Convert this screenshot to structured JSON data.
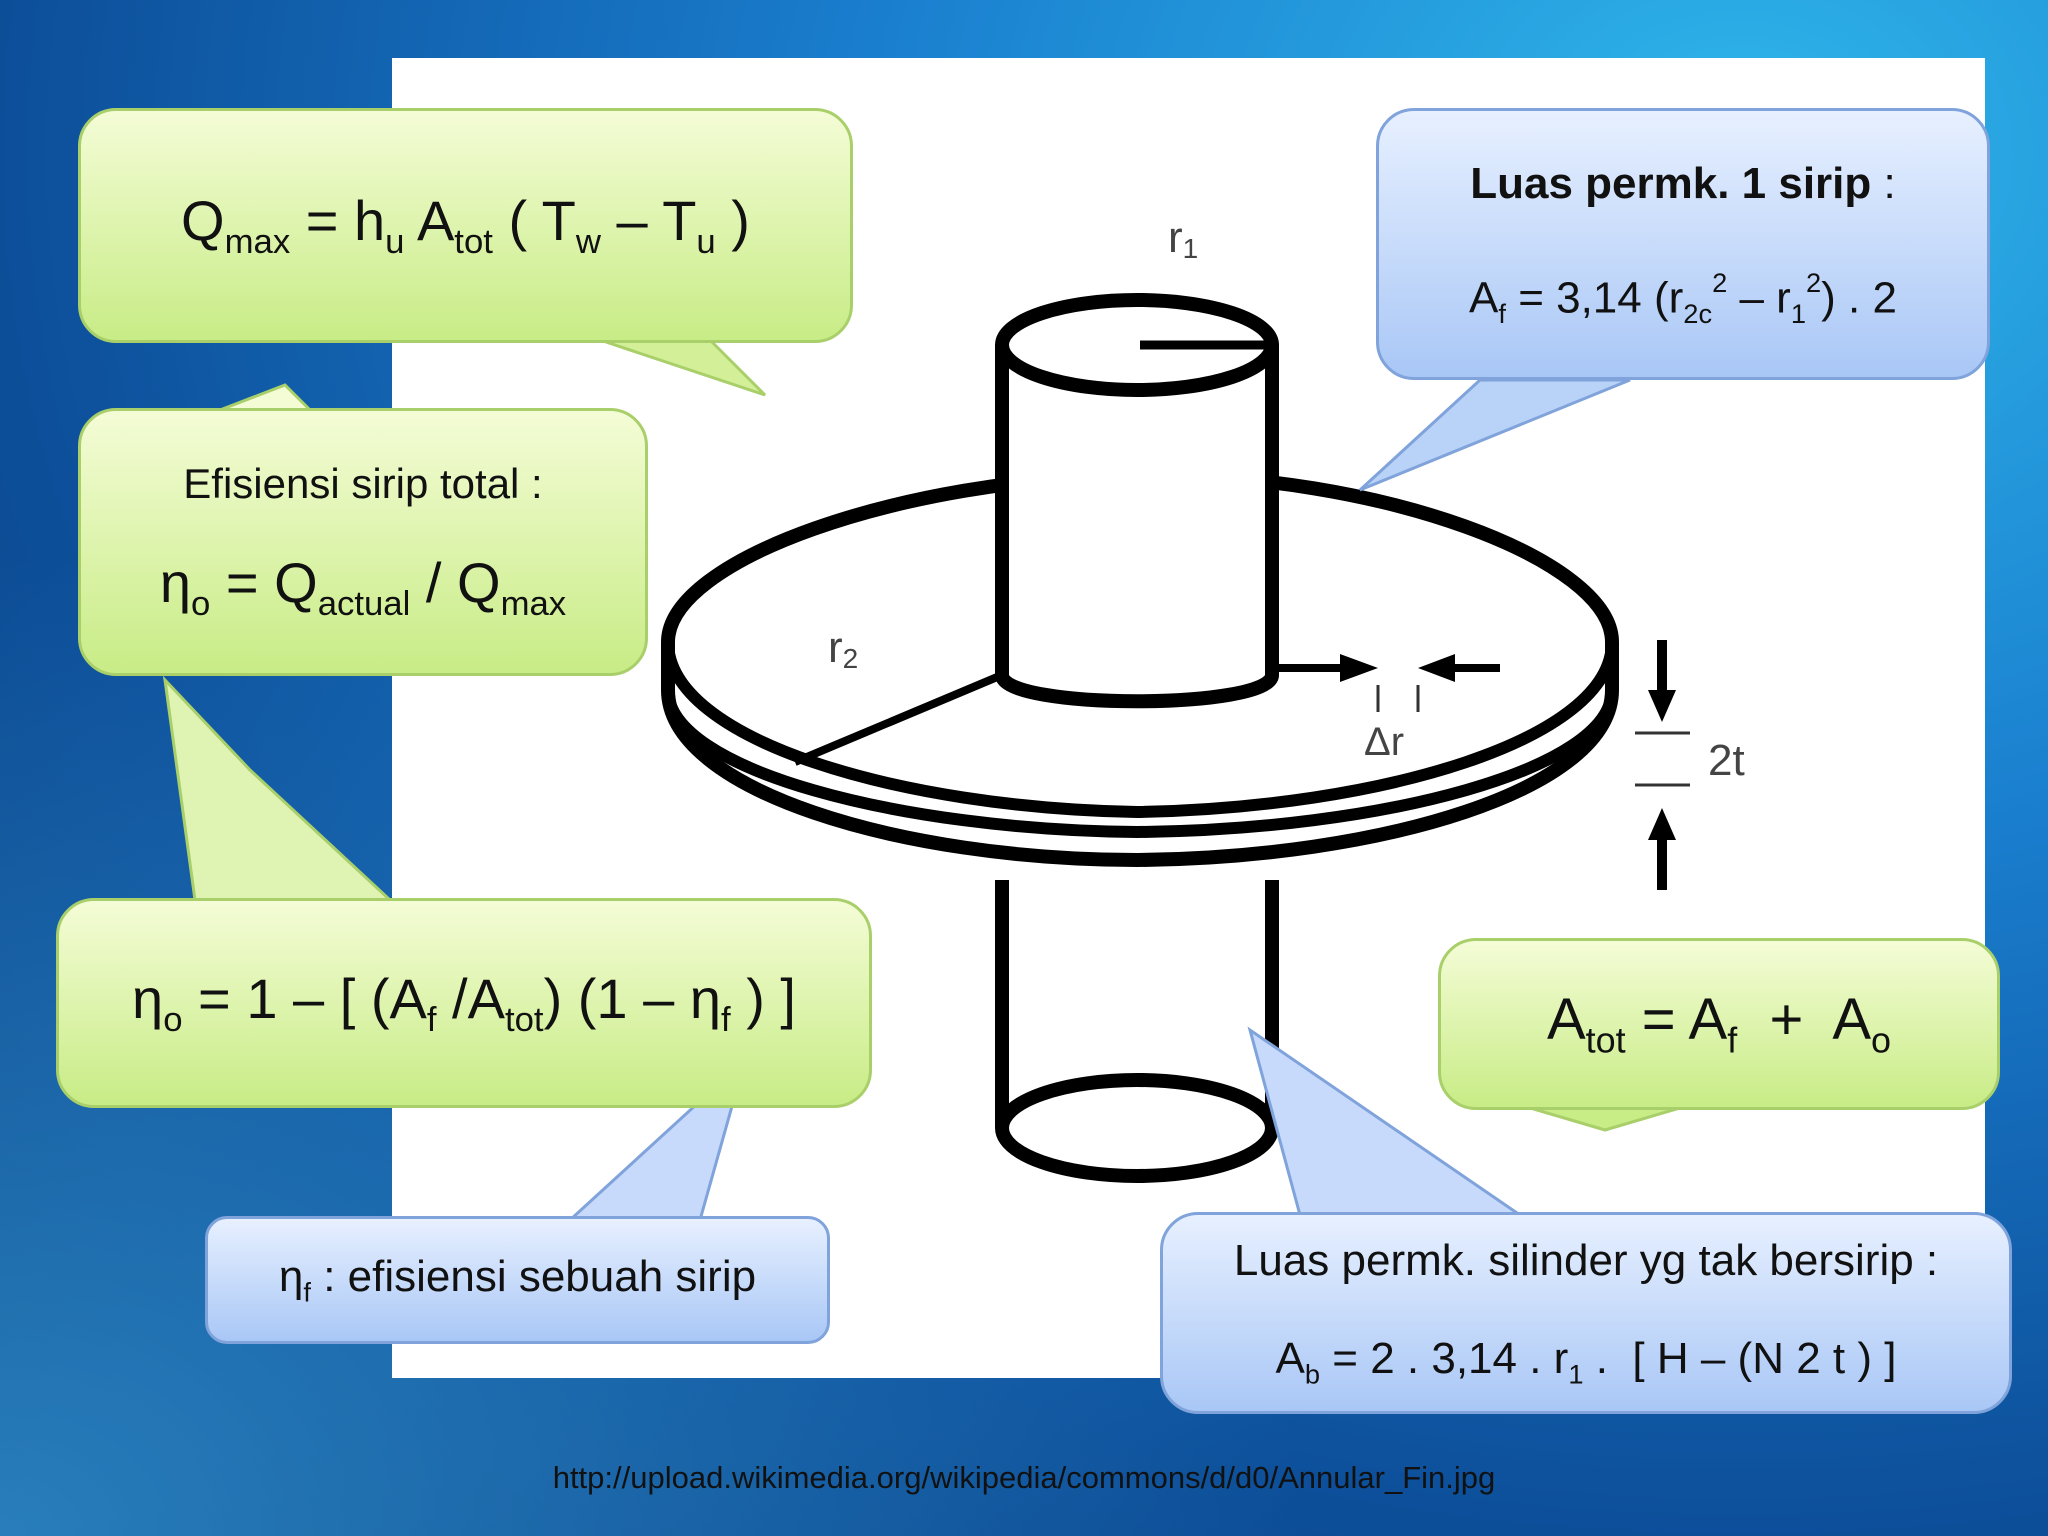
{
  "diagram_labels": {
    "r1": "r",
    "r1_sub": "1",
    "r2": "r",
    "r2_sub": "2",
    "delta_r": "Δr",
    "two_t": "2t"
  },
  "callouts": {
    "qmax": {
      "q": "Q",
      "q_sub": "max",
      "eq": " = h",
      "h_sub": "u",
      "a": " A",
      "a_sub": "tot",
      "paren_open": " ( T",
      "t_sub": "w",
      "minus": " – T",
      "tu_sub": "u",
      "close": " )"
    },
    "efficiency_total": {
      "title": "Efisiensi sirip total :",
      "eta": "η",
      "eta_sub": "o",
      "eq": " = Q",
      "qa_sub": "actual",
      "slash": " / Q",
      "qm_sub": "max"
    },
    "eta_formula": {
      "eta": "η",
      "eta_sub": "o",
      "part1": " = 1 – [ (A",
      "af_sub": "f",
      "part2": " /A",
      "atot_sub": "tot",
      "part3": ") (1 – η",
      "etaf_sub": "f",
      "part4": " ) ]"
    },
    "eta_f_def": {
      "eta": "η",
      "eta_sub": "f",
      "text": " : efisiensi sebuah sirip"
    },
    "fin_area": {
      "title": "Luas permk. 1 sirip",
      "title_suffix": " :",
      "a": "A",
      "a_sub": "f",
      "part1": " = 3,14 (r",
      "r2c_sub": "2c",
      "sq1": "2",
      "part2": " – r",
      "r1_sub": "1",
      "sq2": "2",
      "part3": ") . 2"
    },
    "total_area": {
      "a": "A",
      "a_sub": "tot",
      "part1": " = A",
      "af_sub": "f",
      "plus": "  +  A",
      "ao_sub": "o"
    },
    "unfinned_area": {
      "title": "Luas permk. silinder yg tak bersirip :",
      "a": "A",
      "a_sub": "b",
      "part1": " = 2 . 3,14 . r",
      "r1_sub": "1",
      "part2": " .  [ H – (N 2 t ) ]"
    }
  },
  "source_url": "http://upload.wikimedia.org/wikipedia/commons/d/d0/Annular_Fin.jpg",
  "colors": {
    "green_box": "#c8ec86",
    "blue_box": "#a9c7f6",
    "background": "#1a7fcf"
  }
}
